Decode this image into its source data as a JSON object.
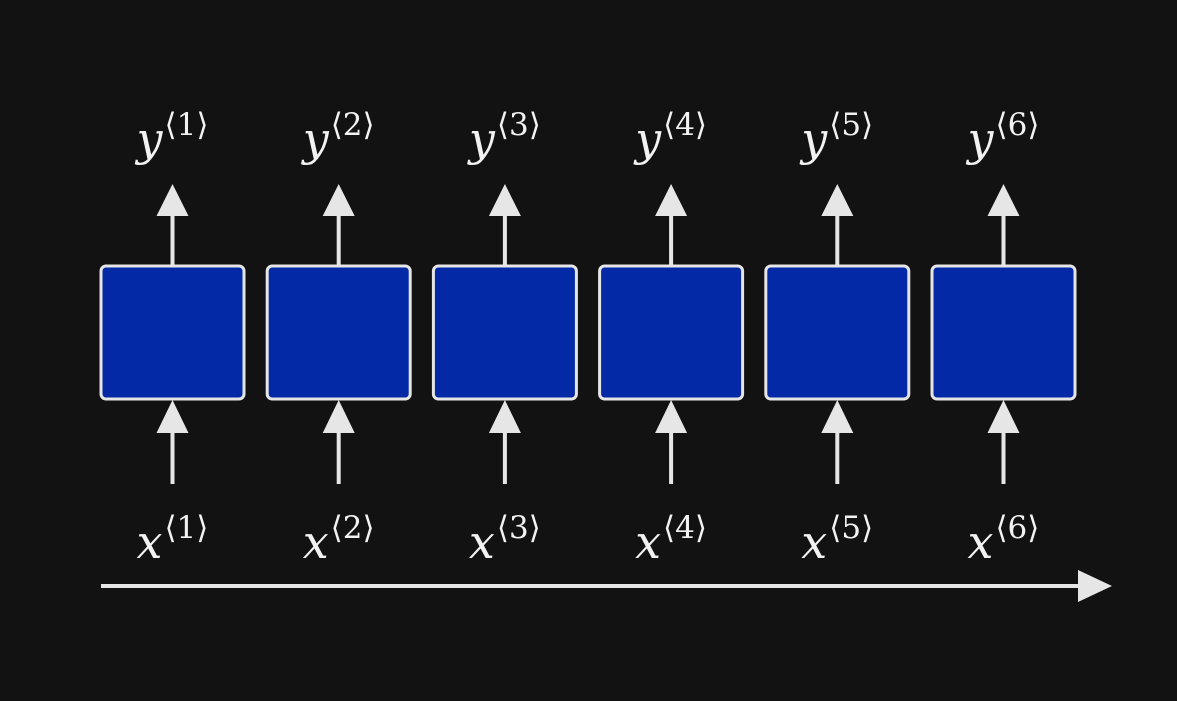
{
  "diagram": {
    "colors": {
      "background": "#121212",
      "cell_fill": "#0329a6",
      "cell_stroke": "#e6e6e6",
      "arrow": "#e6e6e6",
      "text": "#f2f2f2"
    },
    "timesteps": [
      {
        "output": {
          "var": "y",
          "sup": "⟨1⟩"
        },
        "input": {
          "var": "x",
          "sup": "⟨1⟩"
        }
      },
      {
        "output": {
          "var": "y",
          "sup": "⟨2⟩"
        },
        "input": {
          "var": "x",
          "sup": "⟨2⟩"
        }
      },
      {
        "output": {
          "var": "y",
          "sup": "⟨3⟩"
        },
        "input": {
          "var": "x",
          "sup": "⟨3⟩"
        }
      },
      {
        "output": {
          "var": "y",
          "sup": "⟨4⟩"
        },
        "input": {
          "var": "x",
          "sup": "⟨4⟩"
        }
      },
      {
        "output": {
          "var": "y",
          "sup": "⟨5⟩"
        },
        "input": {
          "var": "x",
          "sup": "⟨5⟩"
        }
      },
      {
        "output": {
          "var": "y",
          "sup": "⟨6⟩"
        },
        "input": {
          "var": "x",
          "sup": "⟨6⟩"
        }
      }
    ]
  }
}
